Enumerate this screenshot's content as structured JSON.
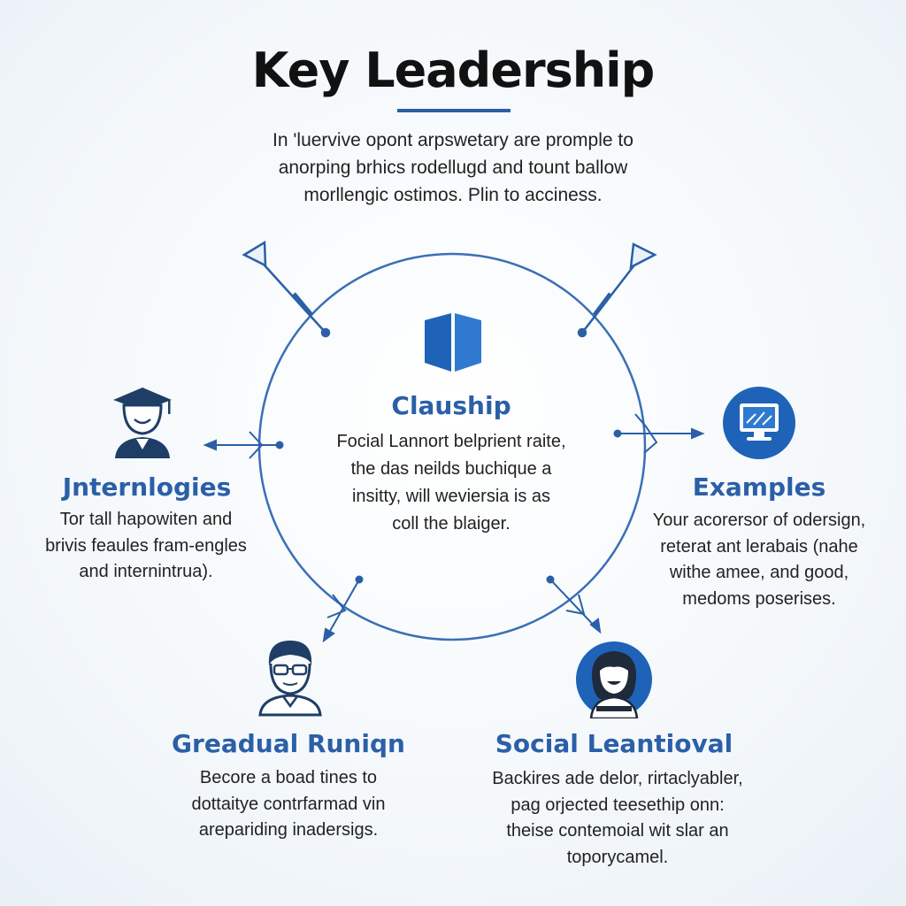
{
  "title": "Key Leadership",
  "intro": {
    "lines": [
      "In 'luervive opont arpswetary are promple to",
      "anorping brhics rodellugd and tount ballow",
      "morllengic ostimos. Plin to acciness."
    ]
  },
  "center": {
    "icon": "book-icon",
    "title": "Clauship",
    "lines": [
      "Focial Lannort belprient raite,",
      "the das neilds buchique a",
      "insitty, will weviersia is as",
      "coll the blaiger."
    ]
  },
  "nodes": {
    "left": {
      "icon": "graduate-icon",
      "title": "Jnternlogies",
      "lines": [
        "Tor tall hapowiten and",
        "brivis feaules fram-engles",
        "and internintrua)."
      ]
    },
    "right": {
      "icon": "monitor-icon",
      "title": "Examples",
      "lines": [
        "Your acorersor of odersign,",
        "reterat ant lerabais (nahe",
        "withe amee, and good,",
        "medoms poserises."
      ]
    },
    "bottom_left": {
      "icon": "person-glasses-icon",
      "title": "Greadual Runiqn",
      "lines": [
        "Becore a boad tines to",
        "dottaitye contrfarmad vin",
        "arepariding inadersigs."
      ]
    },
    "bottom_right": {
      "icon": "woman-avatar-icon",
      "title": "Social Leantioval",
      "lines": [
        "Backires ade delor, rirtaclyabler,",
        "pag orjected teesethip onn:",
        "theise contemoial wit slar an",
        "toporycamel."
      ]
    }
  },
  "colors": {
    "accent": "#2b5fa8",
    "icon_blue": "#1e63b8",
    "circle_stroke": "#3b6fb5"
  }
}
